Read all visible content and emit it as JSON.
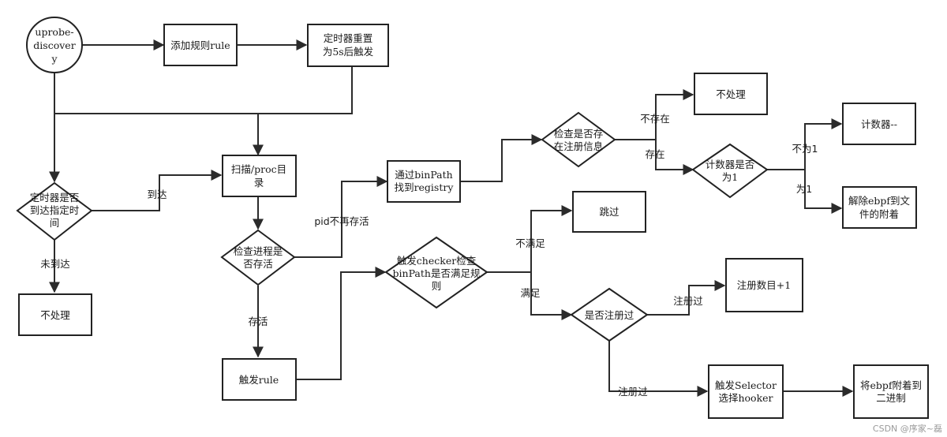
{
  "nodes": {
    "start": [
      "uprobe-",
      "discover",
      "y"
    ],
    "add_rule": [
      "添加规则rule"
    ],
    "timer_reset": [
      "定时器重置",
      "为5s后触发"
    ],
    "timer_check": [
      "定时器是否",
      "到达指定时",
      "间"
    ],
    "no_process_left": [
      "不处理"
    ],
    "scan_proc": [
      "扫描/proc目",
      "录"
    ],
    "check_process": [
      "检查进程是",
      "否存活"
    ],
    "trigger_rule": [
      "触发rule"
    ],
    "find_registry": [
      "通过binPath",
      "找到registry"
    ],
    "check_registered": [
      "检查是否存",
      "在注册信息"
    ],
    "no_process_top": [
      "不处理"
    ],
    "counter_check": [
      "计数器是否",
      "为1"
    ],
    "counter_dec": [
      "计数器--"
    ],
    "detach": [
      "解除ebpf到文",
      "件的附着"
    ],
    "checker": [
      "触发checker检查",
      "binPath是否满足规",
      "则"
    ],
    "skip": [
      "跳过"
    ],
    "registered_q": [
      "是否注册过"
    ],
    "reg_plus": [
      "注册数目+1"
    ],
    "selector": [
      "触发Selector",
      "选择hooker"
    ],
    "attach": [
      "将ebpf附着到",
      "二进制"
    ]
  },
  "edge_labels": {
    "arrive": "到达",
    "not_arrive": "未到达",
    "pid_dead": "pid不再存活",
    "alive": "存活",
    "not_exist": "不存在",
    "exist": "存在",
    "not_one": "不为1",
    "is_one": "为1",
    "not_satisfied": "不满足",
    "satisfied": "满足",
    "registered_a": "注册过",
    "registered_b": "注册过"
  },
  "watermark": "CSDN @序家~磊"
}
